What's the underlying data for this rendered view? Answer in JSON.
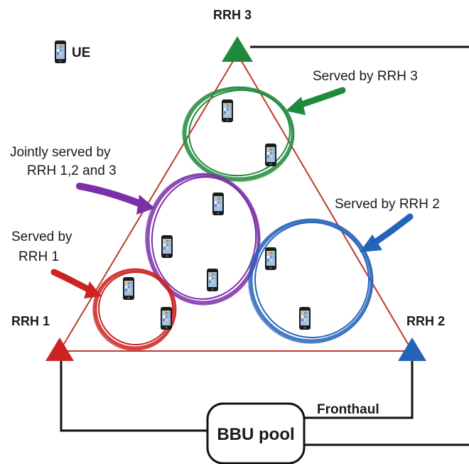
{
  "rrh": {
    "rrh1": {
      "label": "RRH 1",
      "color": "#cc2222"
    },
    "rrh2": {
      "label": "RRH 2",
      "color": "#2563b8"
    },
    "rrh3": {
      "label": "RRH 3",
      "color": "#1f8a3c"
    }
  },
  "legend": {
    "ue_label": "UE",
    "icon": "phone-icon"
  },
  "annotations": {
    "served_rrh3": "Served by RRH 3",
    "served_rrh2": "Served by RRH 2",
    "served_rrh1_line1": "Served by",
    "served_rrh1_line2": "RRH 1",
    "joint_line1": "Jointly served by",
    "joint_line2": "RRH 1,2 and 3"
  },
  "links": {
    "fronthaul_label": "Fronthaul"
  },
  "bbu": {
    "label": "BBU pool"
  },
  "colors": {
    "triangle": "#c0392b",
    "cluster_rrh1": "#cc2222",
    "cluster_joint": "#7b2fa8",
    "cluster_rrh3": "#1f8a3c",
    "cluster_rrh2": "#2563b8",
    "links": "#111111"
  }
}
